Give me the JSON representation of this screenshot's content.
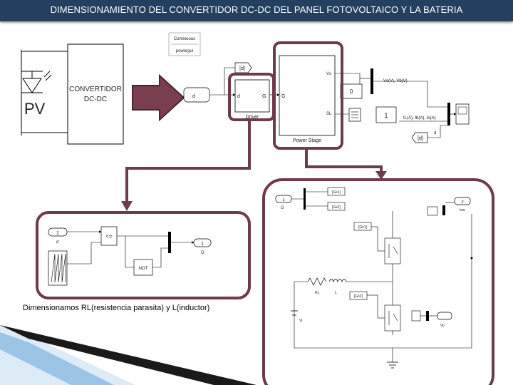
{
  "title": "DIMENSIONAMIENTO DEL CONVERTIDOR DC-DC DEL PANEL FOTOVOLTAICO Y LA BATERIA",
  "caption": "Dimensionamos RL(resistencia parasita) y L(inductor)",
  "colors": {
    "title_bg": "#243f60",
    "frame": "#6e3b48",
    "arrow_fill": "#7a3f4e",
    "arrow_stroke": "#4a2530",
    "wire": "#000000",
    "accent": "#4a8fd0"
  },
  "overview": {
    "pv_label": "PV",
    "converter_label_1": "CONVERTIDOR",
    "converter_label_2": "DC-DC"
  },
  "top_model": {
    "powergui_1": "Continuous",
    "powergui_2": "powergui",
    "goto_d": "[d]",
    "input_d": "d",
    "driver_in": "d",
    "driver_out": "G",
    "driver_label": "Driver",
    "power_in": "G",
    "power_vs": "Vs",
    "power_sl": "SL",
    "power_label": "Power Stage",
    "display_value": "0",
    "const_value": "1",
    "signal_1": "Vs(V), Vb(V)",
    "signal_2": "IL(A), Ib(A), Io(A)",
    "from_d": "[d]",
    "signal_d": "d"
  },
  "driver_detail": {
    "in_1": "1",
    "in_label": "d",
    "relop": "<=",
    "not_label": "NOT",
    "out_1": "1",
    "out_label": "G"
  },
  "power_detail": {
    "in_g": "1",
    "in_label": "G",
    "goto_1": "[Gs1]",
    "goto_2": "[Gs2]",
    "out_2": "2",
    "out_label": "Isw",
    "from_1": "[Gs1]",
    "from_2": "[Gs2]",
    "rl_label": "RL",
    "l_label": "L",
    "vi_label": "Vi",
    "vo_label": "Vo"
  }
}
